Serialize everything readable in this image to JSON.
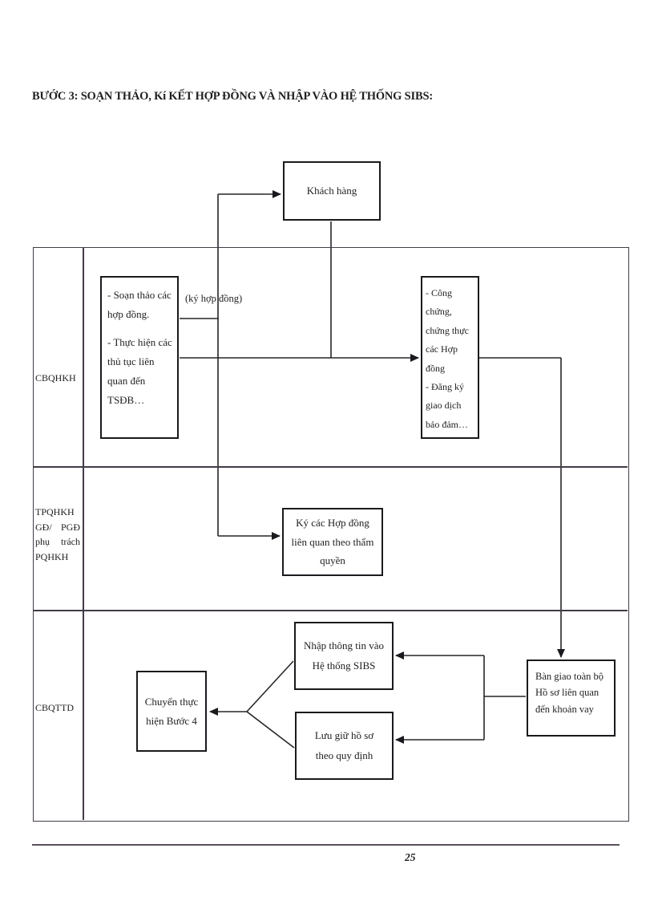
{
  "page": {
    "title": "BƯỚC 3: SOẠN THẢO, Kí KẾT HỢP ĐỒNG VÀ NHẬP VÀO HỆ THỐNG SIBS:",
    "page_number": "25"
  },
  "flowchart": {
    "customer": "Khách hàng",
    "sign_contract_label": "(ký hợp đồng)",
    "lanes": [
      {
        "id": "cbqhkh",
        "label": "CBQHKH"
      },
      {
        "id": "tpqhkh",
        "label": "TPQHKH GĐ/ PGĐ phụ trách PQHKH"
      },
      {
        "id": "cbqttd",
        "label": "CBQTTD"
      }
    ],
    "boxes": {
      "draft": {
        "items": [
          "- Soạn thảo các hợp đồng.",
          "- Thực hiện các thủ tục liên quan đến TSĐB…"
        ]
      },
      "notarize": {
        "items": [
          "- Công chứng, chứng thực các Hợp đồng",
          "- Đăng ký giao dịch bảo đảm…"
        ]
      },
      "sign_authority": "Ký các Hợp đồng liên quan theo thẩm quyền",
      "enter_sibs": "Nhập thông tin vào Hệ thống SIBS",
      "archive": "Lưu giữ hồ sơ theo quy định",
      "next_step": "Chuyển thực hiện Bước 4",
      "handover": "Bàn giao toàn bộ Hồ sơ liên quan đến khoản vay"
    }
  },
  "colors": {
    "connector_line": "#26262a",
    "table_border": "#433b46",
    "footer_rule": "#5a4f5c",
    "text": "#1f1f1f",
    "background": "#ffffff"
  }
}
